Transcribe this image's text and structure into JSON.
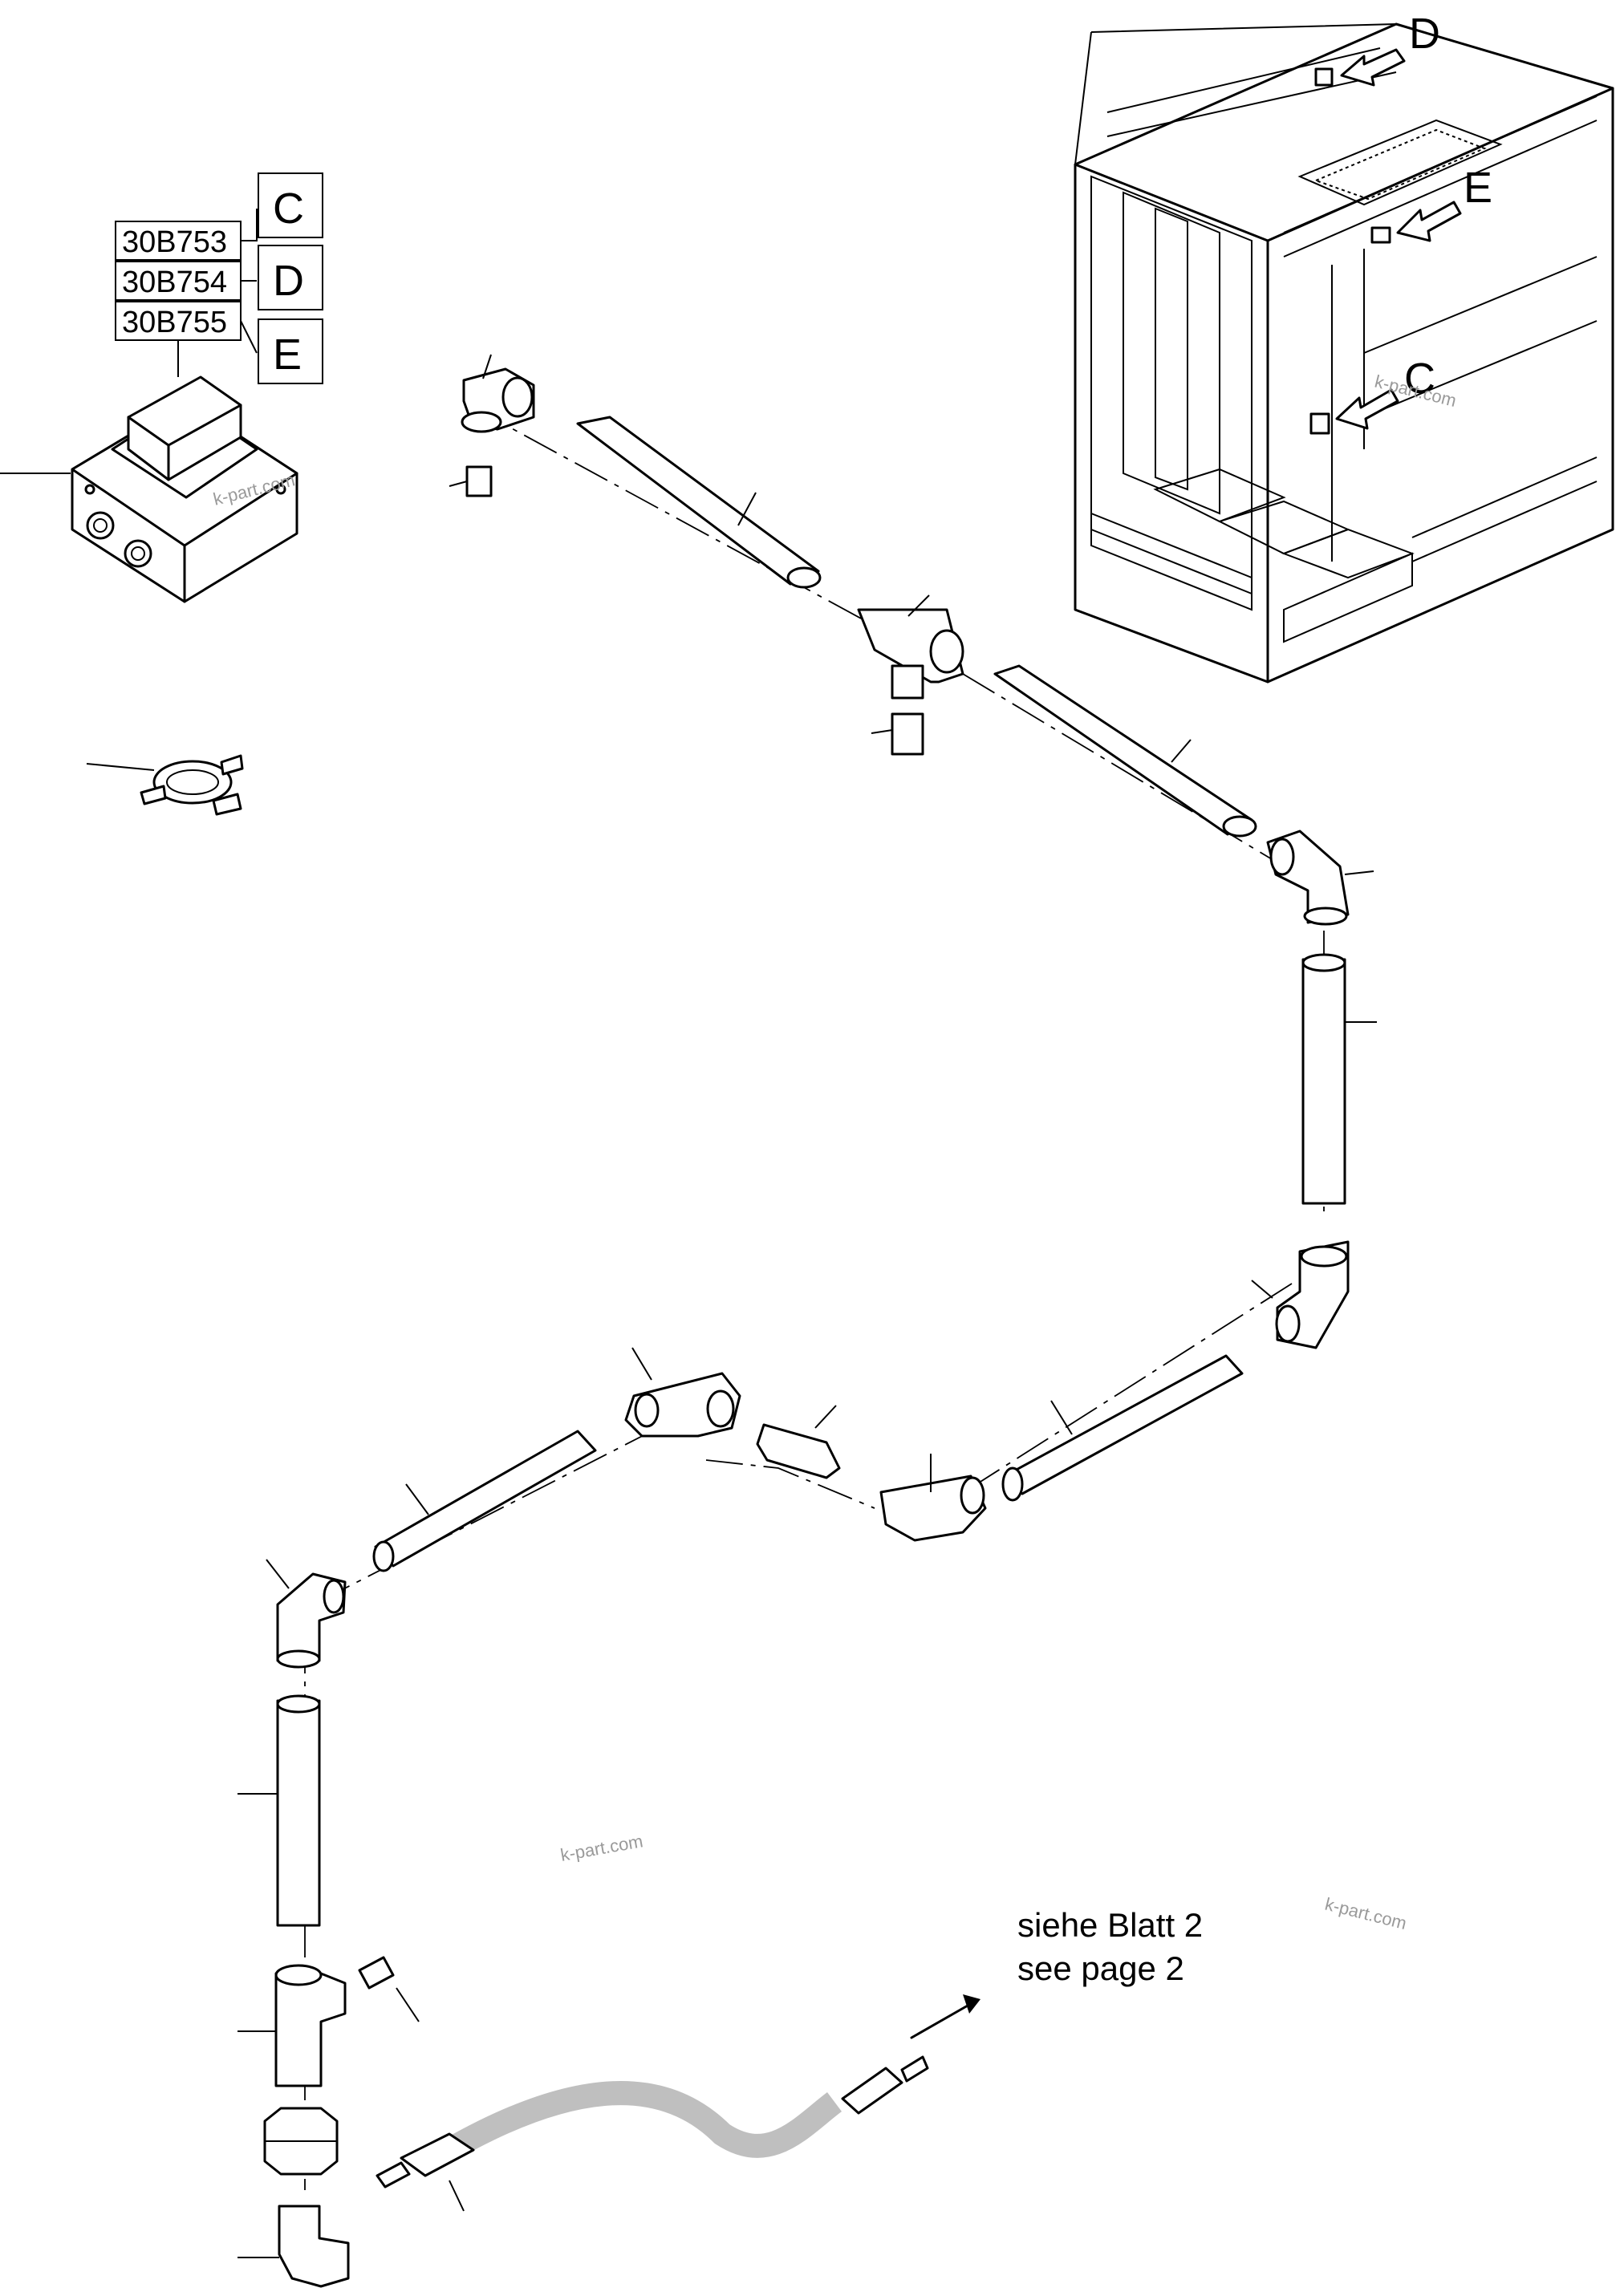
{
  "part_codes": [
    "30B753",
    "30B754",
    "30B755"
  ],
  "detail_letters": [
    "C",
    "D",
    "E"
  ],
  "cabinet_markers": [
    "D",
    "E",
    "C"
  ],
  "continuation": {
    "line1": "siehe Blatt 2",
    "line2": "see page 2"
  },
  "watermark": "k-part.com",
  "colors": {
    "line": "#000000",
    "hose": "#bfbfbf",
    "watermark": "#9a9a9a"
  }
}
